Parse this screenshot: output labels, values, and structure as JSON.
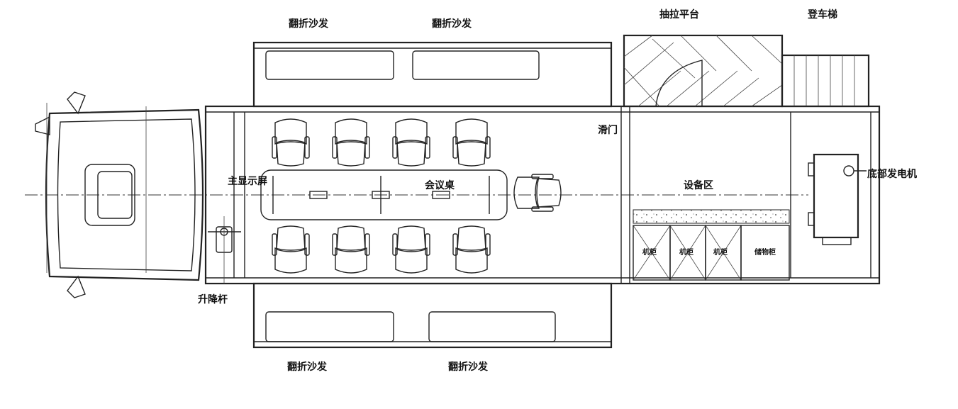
{
  "labels": {
    "sofa_top_left": "翻折沙发",
    "sofa_top_right": "翻折沙发",
    "sofa_bottom_left": "翻折沙发",
    "sofa_bottom_right": "翻折沙发",
    "pull_out_platform": "抽拉平台",
    "boarding_ladder": "登车梯",
    "sliding_door": "滑门",
    "main_display": "主显示屏",
    "conference_table": "会议桌",
    "equipment_area": "设备区",
    "generator": "底部发电机",
    "lift_pole": "升降杆",
    "cabinets": [
      "机柜",
      "机柜",
      "机柜"
    ],
    "storage_cabinet": "储物柜"
  }
}
